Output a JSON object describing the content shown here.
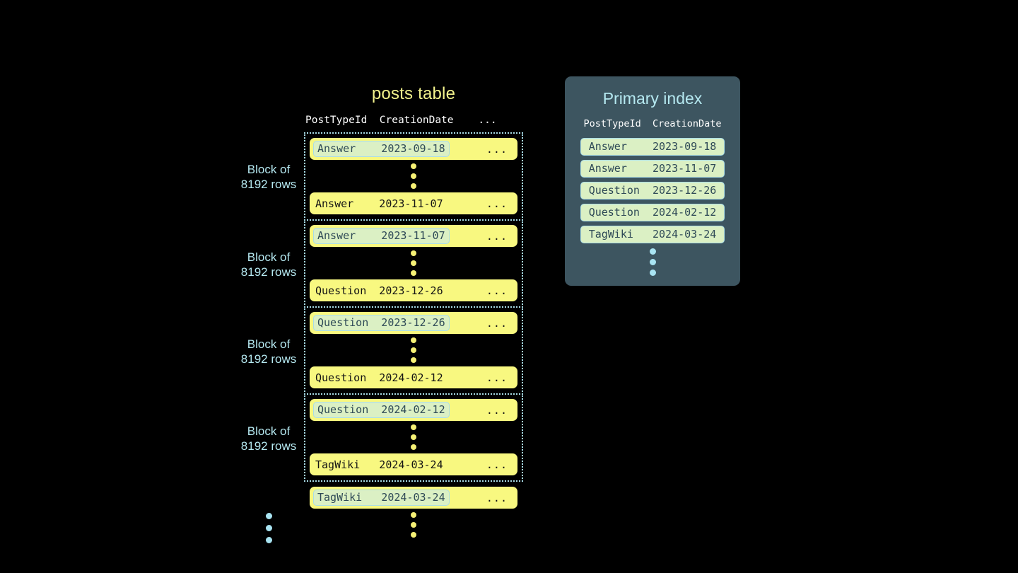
{
  "background_color": "#000000",
  "colors": {
    "row_yellow": "#f8f880",
    "highlight_green": "#dbf0c4",
    "accent_blue": "#a9dde8",
    "title_yellow": "#f2f28c",
    "panel_slate": "#3d5560",
    "dark_text": "#141414",
    "slate_text": "#2f4a57"
  },
  "posts_table": {
    "title": "posts table",
    "column_headers": "PostTypeId  CreationDate    ...",
    "columns": [
      "PostTypeId",
      "CreationDate",
      "..."
    ],
    "row_ellipsis": "...",
    "blocks": [
      {
        "label": "Block of\n8192 rows",
        "first_row": {
          "post_type_id": "Answer",
          "creation_date": "2023-09-18",
          "text": "Answer    2023-09-18",
          "highlighted": true
        },
        "last_row": {
          "post_type_id": "Answer",
          "creation_date": "2023-11-07",
          "text": "Answer    2023-11-07",
          "highlighted": false
        }
      },
      {
        "label": "Block of\n8192 rows",
        "first_row": {
          "post_type_id": "Answer",
          "creation_date": "2023-11-07",
          "text": "Answer    2023-11-07",
          "highlighted": true
        },
        "last_row": {
          "post_type_id": "Question",
          "creation_date": "2023-12-26",
          "text": "Question  2023-12-26",
          "highlighted": false
        }
      },
      {
        "label": "Block of\n8192 rows",
        "first_row": {
          "post_type_id": "Question",
          "creation_date": "2023-12-26",
          "text": "Question  2023-12-26",
          "highlighted": true
        },
        "last_row": {
          "post_type_id": "Question",
          "creation_date": "2024-02-12",
          "text": "Question  2024-02-12",
          "highlighted": false
        }
      },
      {
        "label": "Block of\n8192 rows",
        "first_row": {
          "post_type_id": "Question",
          "creation_date": "2024-02-12",
          "text": "Question  2024-02-12",
          "highlighted": true
        },
        "last_row": {
          "post_type_id": "TagWiki",
          "creation_date": "2024-03-24",
          "text": "TagWiki   2024-03-24",
          "highlighted": false
        }
      }
    ],
    "trailing_row": {
      "post_type_id": "TagWiki",
      "creation_date": "2024-03-24",
      "text": "TagWiki   2024-03-24",
      "highlighted": true
    }
  },
  "primary_index": {
    "title": "Primary index",
    "column_headers": "PostTypeId  CreationDate",
    "columns": [
      "PostTypeId",
      "CreationDate"
    ],
    "rows": [
      {
        "post_type_id": "Answer",
        "creation_date": "2023-09-18",
        "text": "Answer    2023-09-18"
      },
      {
        "post_type_id": "Answer",
        "creation_date": "2023-11-07",
        "text": "Answer    2023-11-07"
      },
      {
        "post_type_id": "Question",
        "creation_date": "2023-12-26",
        "text": "Question  2023-12-26"
      },
      {
        "post_type_id": "Question",
        "creation_date": "2024-02-12",
        "text": "Question  2024-02-12"
      },
      {
        "post_type_id": "TagWiki",
        "creation_date": "2024-03-24",
        "text": "TagWiki   2024-03-24"
      }
    ]
  }
}
